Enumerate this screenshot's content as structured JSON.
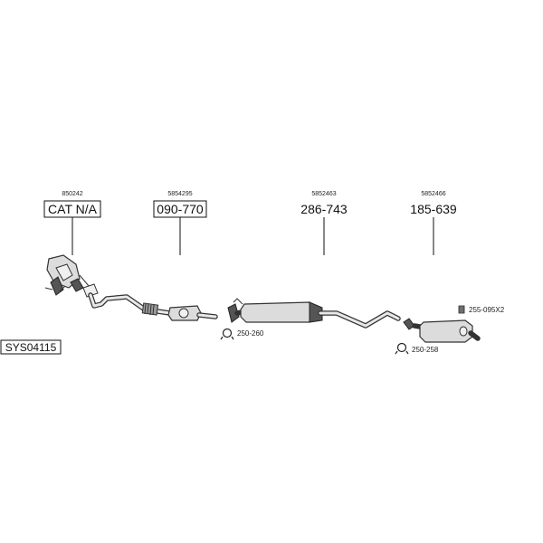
{
  "system_code": "SYS04115",
  "parts": [
    {
      "ref": "850242",
      "part_no": "CAT N/A",
      "boxed": true
    },
    {
      "ref": "5854295",
      "part_no": "090-770",
      "boxed": true
    },
    {
      "ref": "5852463",
      "part_no": "286-743",
      "boxed": false
    },
    {
      "ref": "5852466",
      "part_no": "185-639",
      "boxed": false
    }
  ],
  "accessories": [
    {
      "label": "250-260",
      "icon": "clamp-icon"
    },
    {
      "label": "250-258",
      "icon": "clamp-icon"
    },
    {
      "label": "255-095X2",
      "icon": "rubber-mount-icon"
    }
  ]
}
